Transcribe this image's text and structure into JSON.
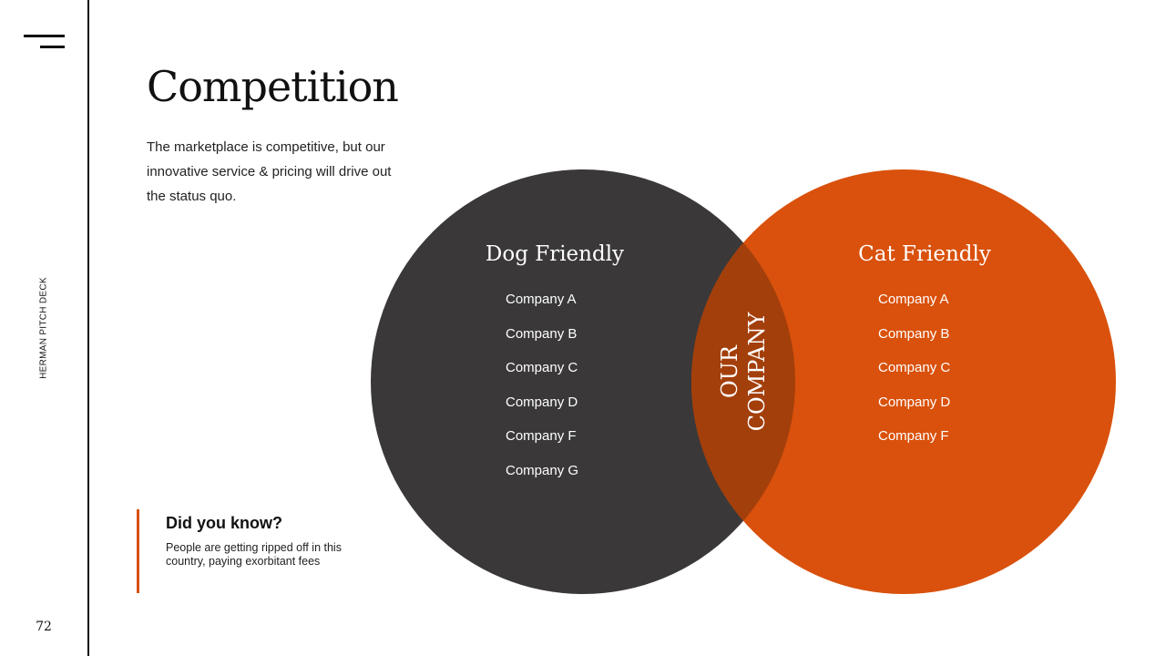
{
  "sidebar": {
    "deck_name": "HERMAN PITCH DECK",
    "page_number": "72"
  },
  "header": {
    "title": "Competition",
    "subtitle": "The marketplace is competitive, but our innovative service & pricing will drive out the status quo."
  },
  "callout": {
    "title": "Did you know?",
    "body": "People are getting ripped off in this country, paying exorbitant fees"
  },
  "venn": {
    "left": {
      "label": "Dog Friendly",
      "items": [
        "Company A",
        "Company B",
        "Company C",
        "Company D",
        "Company F",
        "Company G"
      ],
      "color": "#3a3839"
    },
    "right": {
      "label": "Cat Friendly",
      "items": [
        "Company A",
        "Company B",
        "Company C",
        "Company D",
        "Company F"
      ],
      "color": "#d9510c"
    },
    "overlap": {
      "line1": "OUR",
      "line2": "COMPANY",
      "color": "#a33f0b"
    }
  }
}
